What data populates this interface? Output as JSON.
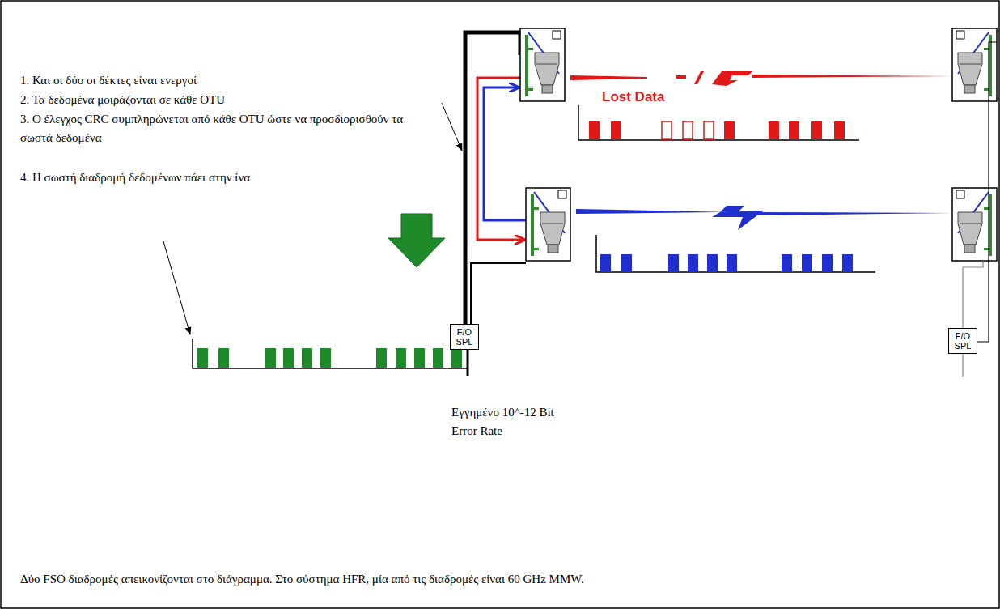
{
  "diagram": {
    "caption": "Δύο FSO διαδρομές απεικονίζονται στο διάγραμμα. Στο σύστημα HFR, μία από τις διαδρομές είναι 60 GHz MMW.",
    "nodes": [
      {
        "text": [
          "F/O SPL"
        ]
      },
      {
        "text": [
          "F/O SPL"
        ]
      }
    ],
    "labels": [
      "1. Και οι δύο οι δέκτες είναι ενεργοί",
      "2. Τα δεδομένα μοιράζονται σε κάθε OTU",
      "3. Ο έλεγχος CRC συμπληρώνεται από κάθε OTU ώστε να προσδιορισθούν τα σωστά δεδομένα",
      "4. Η σωστή διαδρομή δεδομένων πάει στην ίνα",
      "Lost Data",
      "Εγγημένο 10^-12 Bit Error Rate"
    ]
  }
}
